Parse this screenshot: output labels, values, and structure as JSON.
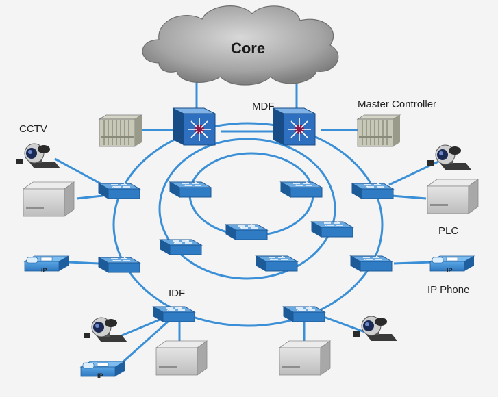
{
  "labels": {
    "core": "Core",
    "mdf": "MDF",
    "master_controller": "Master Controller",
    "cctv": "CCTV",
    "plc": "PLC",
    "ip_phone": "IP Phone",
    "idf": "IDF"
  },
  "phone_badge": "IP",
  "colors": {
    "link": "#3a8fd6",
    "switch_top": "#6aa8e0",
    "switch_front": "#2f7bc4",
    "switch_side": "#1d5a98",
    "core_switch": "#2f6fbf",
    "core_hub": "#8c1a4a",
    "cloud": "#a9a9a9"
  }
}
